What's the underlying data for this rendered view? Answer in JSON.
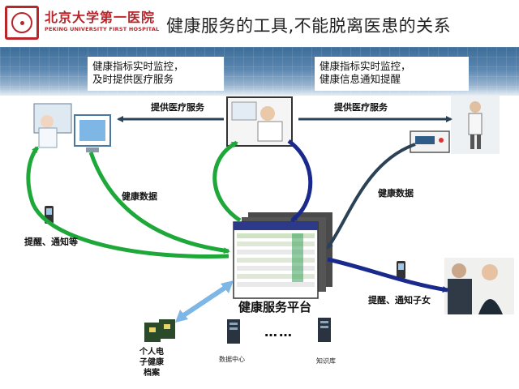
{
  "header": {
    "logo_text_cn": "北京大学第一医院",
    "logo_text_en": "PEKING UNIVERSITY FIRST HOSPITAL",
    "title": "健康服务的工具,不能脱离医患的关系"
  },
  "callouts": {
    "left": [
      "健康指标实时监控，",
      "及时提供医疗服务"
    ],
    "right": [
      "健康指标实时监控，",
      "健康信息通知提醒"
    ]
  },
  "diagram": {
    "provide_service_left": "提供医疗服务",
    "provide_service_right": "提供医疗服务",
    "health_data_left": "健康数据",
    "health_data_right": "健康数据",
    "remind_notify": "提醒、通知等",
    "remind_children": "提醒、通知子女",
    "platform": "健康服务平台",
    "personal_record": [
      "个人电",
      "子健康",
      "档案"
    ],
    "data_center": "数据中心",
    "knowledge_base": "知识库",
    "ellipsis": "……"
  },
  "colors": {
    "green_arrow": "#1fa83a",
    "blue_arrow": "#1a2a8c",
    "dark_arrow": "#2b4256",
    "light_blue_arrow": "#7eb6e6",
    "brand_red": "#b8252b"
  }
}
